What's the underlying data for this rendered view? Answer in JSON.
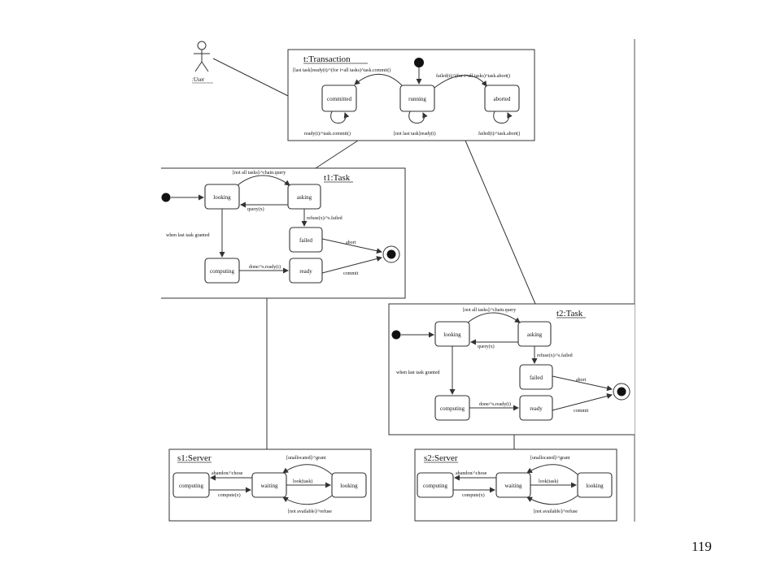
{
  "page_number": "119",
  "actor": {
    "label": ":User",
    "icon": "stick-figure-icon"
  },
  "transaction": {
    "title": "t:Transaction",
    "states": {
      "committed": "committed",
      "running": "running",
      "aborted": "aborted"
    },
    "labels": {
      "to_committed": "[last task]ready(t)/^(for i=all tasks)^task.commit()",
      "to_aborted": "failed(t)/^(for i=all tasks)^task.abort()",
      "self_committed": "ready(t)/^task.commit()",
      "self_running": "[not last task]ready(t)",
      "self_aborted": "failed(t)/^task.abort()"
    }
  },
  "task1": {
    "title": "t1:Task",
    "states": {
      "looking": "looking",
      "asking": "asking",
      "failed": "failed",
      "computing": "computing",
      "ready": "ready"
    },
    "labels": {
      "looking_to_asking": "[not all tasks]/^chain.query",
      "asking_to_looking": "query(x)",
      "asking_to_failed": "refuse(x)/^s.failed",
      "looking_to_computing": "when last task granted",
      "computing_to_ready": "done/^s.ready(t)",
      "failed_to_end": "abort",
      "ready_to_end": "commit"
    }
  },
  "task2": {
    "title": "t2:Task",
    "states": {
      "looking": "looking",
      "asking": "asking",
      "failed": "failed",
      "computing": "computing",
      "ready": "ready"
    },
    "labels": {
      "looking_to_asking": "[not all tasks]/^chain.query",
      "asking_to_looking": "query(x)",
      "asking_to_failed": "refuse(x)/^s.failed",
      "looking_to_computing": "when last task granted",
      "computing_to_ready": "done/^s.ready(t)",
      "failed_to_end": "abort",
      "ready_to_end": "commit"
    }
  },
  "server1": {
    "title": "s1:Server",
    "states": {
      "computing": "computing",
      "waiting": "waiting",
      "looking": "looking"
    },
    "labels": {
      "to_computing": "abandon/^chose",
      "to_waiting": "compute(x)",
      "looking_top": "[unallocated]/^grant",
      "waiting_to_looking": "look(task)",
      "looking_bottom": "[not available]/^refuse"
    }
  },
  "server2": {
    "title": "s2:Server",
    "states": {
      "computing": "computing",
      "waiting": "waiting",
      "looking": "looking"
    },
    "labels": {
      "to_computing": "abandon/^chose",
      "to_waiting": "compute(x)",
      "looking_top": "[unallocated]/^grant",
      "waiting_to_looking": "look(task)",
      "looking_bottom": "[not available]/^refuse"
    }
  },
  "colors": {
    "line": "#333333",
    "background": "#ffffff",
    "frame": "#555555"
  }
}
